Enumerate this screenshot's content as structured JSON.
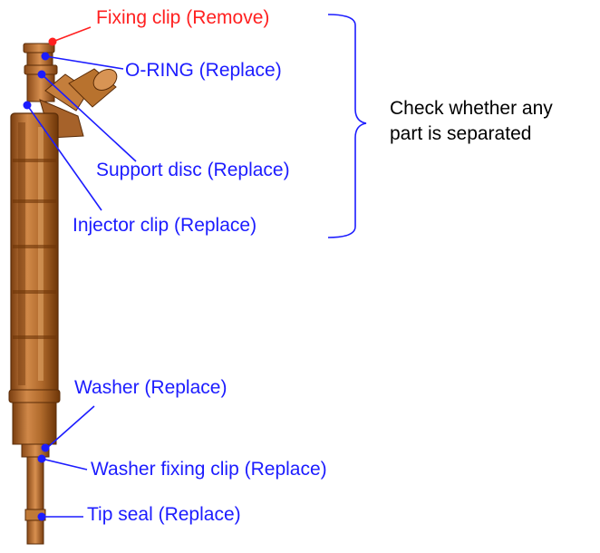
{
  "colors": {
    "remove": "#ff2020",
    "replace": "#1c1cff",
    "body_dark": "#8a4a18",
    "body_mid": "#c07a38",
    "body_light": "#e0a468",
    "outline": "#5a2c08"
  },
  "labels": {
    "fixing_clip": "Fixing clip (Remove)",
    "o_ring": "O-RING (Replace)",
    "support_disc": "Support disc (Replace)",
    "injector_clip": "Injector clip (Replace)",
    "washer": "Washer (Replace)",
    "washer_fixing_clip": "Washer fixing clip (Replace)",
    "tip_seal": "Tip seal (Replace)"
  },
  "note": {
    "line1": "Check whether any",
    "line2": "part is separated"
  }
}
